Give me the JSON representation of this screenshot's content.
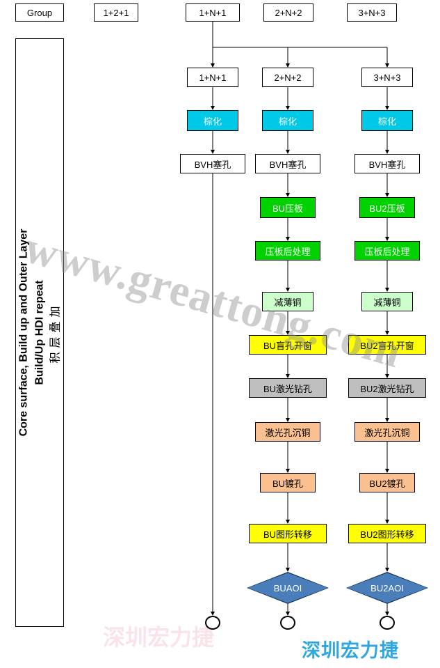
{
  "header": {
    "boxes": [
      {
        "name": "header-box-group",
        "label": "Group"
      },
      {
        "name": "header-box-121",
        "label": "1+2+1"
      },
      {
        "name": "header-box-1n1",
        "label": "1+N+1"
      },
      {
        "name": "header-box-2n2",
        "label": "2+N+2"
      },
      {
        "name": "header-box-3n3",
        "label": "3+N+3"
      }
    ]
  },
  "side_panel": {
    "line1": "Core surface, Build up and Outer Layer",
    "line2": "Build/Up HDI repeat",
    "line3": "积层叠加"
  },
  "watermark": "www.greattong.com",
  "watermark_faint": "深圳宏力捷",
  "brand": "深圳宏力捷",
  "colors": {
    "cyan": "#00C9E8",
    "green": "#00D200",
    "lightgreen": "#CCFFCC",
    "yellow": "#FFFF00",
    "gray": "#BFBFBF",
    "peach": "#FAC090",
    "diamond_blue": "#4A7EBB",
    "brand_blue": "#2EA7E0"
  },
  "columns": [
    {
      "name": "column-1n1",
      "steps": [
        {
          "row": 0,
          "name": "step-stackup-1n1",
          "label": "1+N+1",
          "type": "plain",
          "size": "s"
        },
        {
          "row": 1,
          "name": "step-browning",
          "label": "棕化",
          "type": "cyan",
          "size": "s"
        },
        {
          "row": 2,
          "name": "step-bvh-hole-plug",
          "label": "BVH塞孔",
          "type": "plain",
          "size": "m"
        },
        {
          "row": 12,
          "name": "terminal-end",
          "label": "",
          "type": "terminal"
        }
      ]
    },
    {
      "name": "column-2n2",
      "steps": [
        {
          "row": 0,
          "name": "step-stackup-2n2",
          "label": "2+N+2",
          "type": "plain",
          "size": "s"
        },
        {
          "row": 1,
          "name": "step-browning",
          "label": "棕化",
          "type": "cyan",
          "size": "s"
        },
        {
          "row": 2,
          "name": "step-bvh-hole-plug",
          "label": "BVH塞孔",
          "type": "plain",
          "size": "m"
        },
        {
          "row": 3,
          "name": "step-bu-lamination",
          "label": "BU压板",
          "type": "green",
          "size": "s2"
        },
        {
          "row": 4,
          "name": "step-post-lamination",
          "label": "压板后处理",
          "type": "green",
          "size": "m"
        },
        {
          "row": 5,
          "name": "step-copper-thinning",
          "label": "减薄铜",
          "type": "lightgreen",
          "size": "s"
        },
        {
          "row": 6,
          "name": "step-bu-blind-via-window",
          "label": "BU盲孔开窗",
          "type": "yellow",
          "size": "l"
        },
        {
          "row": 7,
          "name": "step-bu-laser-drill",
          "label": "BU激光钻孔",
          "type": "gray",
          "size": "l"
        },
        {
          "row": 8,
          "name": "step-laser-via-deposition",
          "label": "激光孔沉铜",
          "type": "peach",
          "size": "m"
        },
        {
          "row": 9,
          "name": "step-bu-hole-plating",
          "label": "BU镀孔",
          "type": "peach",
          "size": "s2"
        },
        {
          "row": 10,
          "name": "step-bu-pattern-transfer",
          "label": "BU图形转移",
          "type": "yellow",
          "size": "l"
        },
        {
          "row": 11,
          "name": "decision-bu-aoi",
          "label": "BUAOI",
          "type": "diamond"
        },
        {
          "row": 12,
          "name": "terminal-end",
          "label": "",
          "type": "terminal"
        }
      ]
    },
    {
      "name": "column-3n3",
      "steps": [
        {
          "row": 0,
          "name": "step-stackup-3n3",
          "label": "3+N+3",
          "type": "plain",
          "size": "s"
        },
        {
          "row": 1,
          "name": "step-browning",
          "label": "棕化",
          "type": "cyan",
          "size": "s"
        },
        {
          "row": 2,
          "name": "step-bvh-hole-plug",
          "label": "BVH塞孔",
          "type": "plain",
          "size": "m"
        },
        {
          "row": 3,
          "name": "step-bu2-lamination",
          "label": "BU2压板",
          "type": "green",
          "size": "s2"
        },
        {
          "row": 4,
          "name": "step-post-lamination",
          "label": "压板后处理",
          "type": "green",
          "size": "m"
        },
        {
          "row": 5,
          "name": "step-copper-thinning",
          "label": "减薄铜",
          "type": "lightgreen",
          "size": "s"
        },
        {
          "row": 6,
          "name": "step-bu2-blind-via-window",
          "label": "BU2盲孔开窗",
          "type": "yellow",
          "size": "l"
        },
        {
          "row": 7,
          "name": "step-bu2-laser-drill",
          "label": "BU2激光钻孔",
          "type": "gray",
          "size": "l"
        },
        {
          "row": 8,
          "name": "step-laser-via-deposition",
          "label": "激光孔沉铜",
          "type": "peach",
          "size": "m"
        },
        {
          "row": 9,
          "name": "step-bu2-hole-plating",
          "label": "BU2镀孔",
          "type": "peach",
          "size": "s2"
        },
        {
          "row": 10,
          "name": "step-bu2-pattern-transfer",
          "label": "BU2图形转移",
          "type": "yellow",
          "size": "l"
        },
        {
          "row": 11,
          "name": "decision-bu2-aoi",
          "label": "BU2AOI",
          "type": "diamond"
        },
        {
          "row": 12,
          "name": "terminal-end",
          "label": "",
          "type": "terminal"
        }
      ]
    }
  ]
}
